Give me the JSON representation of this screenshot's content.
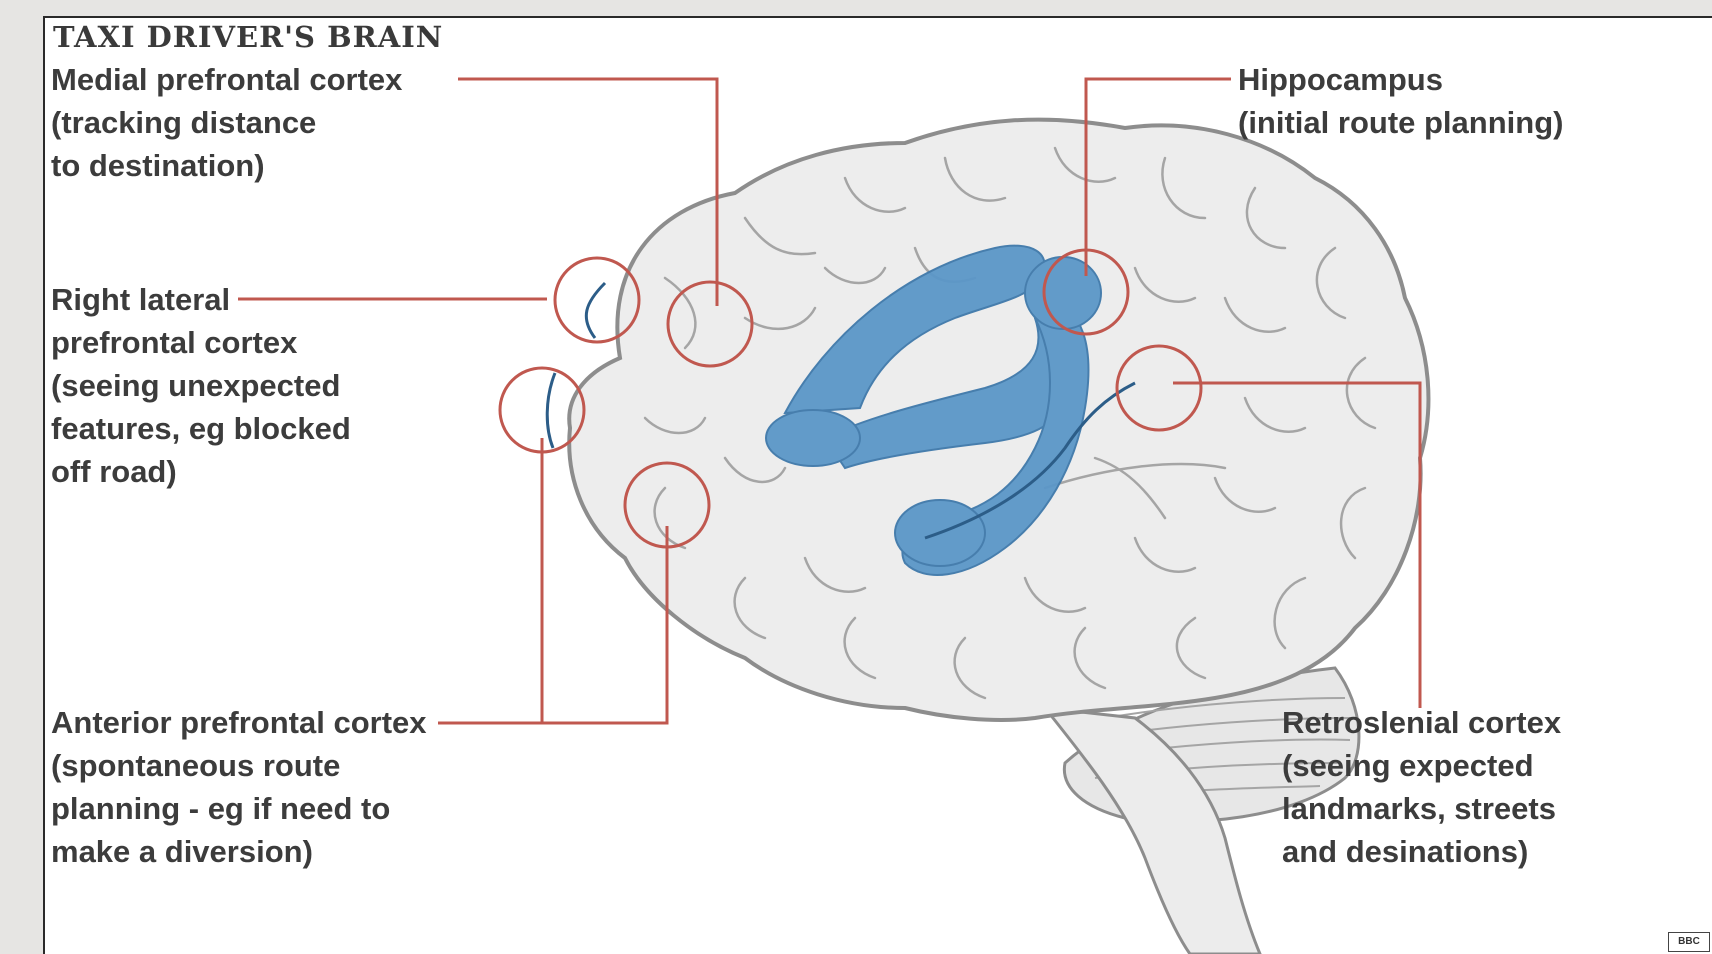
{
  "title": "TAXI DRIVER'S BRAIN",
  "colors": {
    "brain_fill": "#ededed",
    "brain_outline": "#8d8d8d",
    "highlight": "#5b97c8",
    "callout_line": "#c0584f",
    "text": "#3c3c3c"
  },
  "labels": {
    "medial": {
      "name": "Medial prefrontal cortex",
      "desc": "(tracking distance\nto destination)"
    },
    "hippocampus": {
      "name": "Hippocampus",
      "desc": "(initial route planning)"
    },
    "right_lateral": {
      "name": "Right lateral",
      "desc": "prefrontal cortex\n(seeing unexpected\nfeatures, eg blocked\noff road)"
    },
    "anterior": {
      "name": "Anterior prefrontal cortex",
      "desc": "(spontaneous route\nplanning - eg if need to\nmake a diversion)"
    },
    "retrosplenial": {
      "name": "Retroslenial cortex",
      "desc": "(seeing expected\nlandmarks, streets\nand desinations)"
    }
  },
  "logo": "BBC"
}
